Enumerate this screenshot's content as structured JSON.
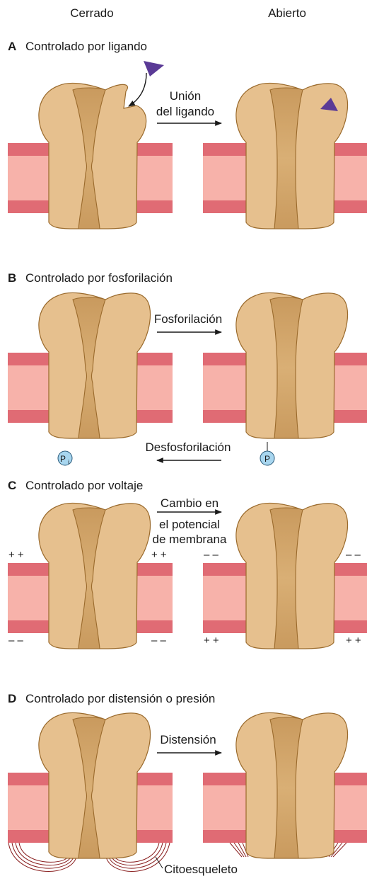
{
  "columns": {
    "left": "Cerrado",
    "right": "Abierto"
  },
  "panels": [
    {
      "letter": "A",
      "title": "Controlado por ligando",
      "arrow_lines": [
        "Unión",
        "del ligando"
      ]
    },
    {
      "letter": "B",
      "title": "Controlado por fosforilación",
      "forward": "Fosforilación",
      "backward": "Desfosforilación",
      "pi_label": "P",
      "pi_sub": "i",
      "p_label": "P"
    },
    {
      "letter": "C",
      "title": "Controlado por voltaje",
      "arrow_lines": [
        "Cambio en",
        "el potencial",
        "de membrana"
      ],
      "plus": "+ +",
      "minus": "– –"
    },
    {
      "letter": "D",
      "title": "Controlado por distensión o presión",
      "arrow": "Distensión",
      "cytoskeleton": "Citoesqueleto"
    }
  ],
  "colors": {
    "membrane_outer": "#e06b74",
    "membrane_inner": "#f7b2aa",
    "channel_fill": "#e6c08e",
    "channel_shade": "#c99a5e",
    "channel_stroke": "#9a6a2c",
    "ligand": "#5a3a96",
    "phosphate": "#a8d6ef",
    "cytoskeleton": "#8a2020"
  }
}
